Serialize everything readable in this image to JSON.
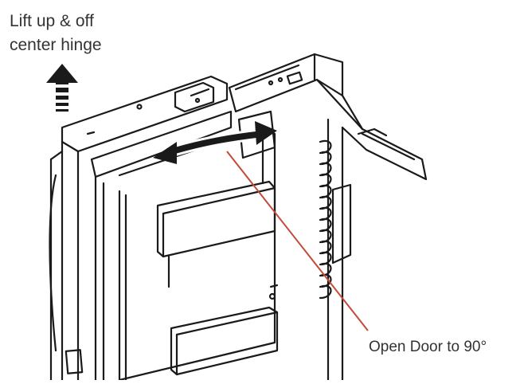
{
  "labels": {
    "lift_line1": "Lift up & off",
    "lift_line2": "center hinge",
    "open_door": "Open Door to 90°"
  },
  "colors": {
    "line": "#1a1a1a",
    "leader": "#c44a3a",
    "text": "#333333",
    "background": "#ffffff"
  },
  "icons": {
    "lift_arrow": "up-arrow-icon",
    "swing_arrow": "double-curved-arrow-icon"
  }
}
